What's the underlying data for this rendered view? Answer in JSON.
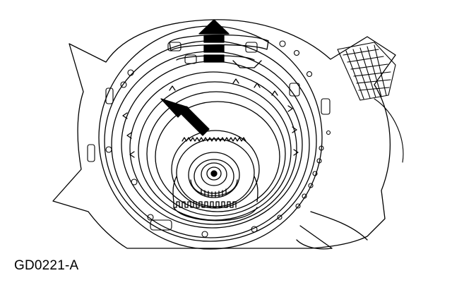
{
  "figure": {
    "caption": "GD0221-A",
    "line_color": "#000000",
    "background": "#ffffff",
    "arrows": [
      {
        "name": "removal-arrow-up",
        "direction": "up"
      },
      {
        "name": "removal-arrow-diagonal",
        "direction": "up-left"
      }
    ]
  }
}
